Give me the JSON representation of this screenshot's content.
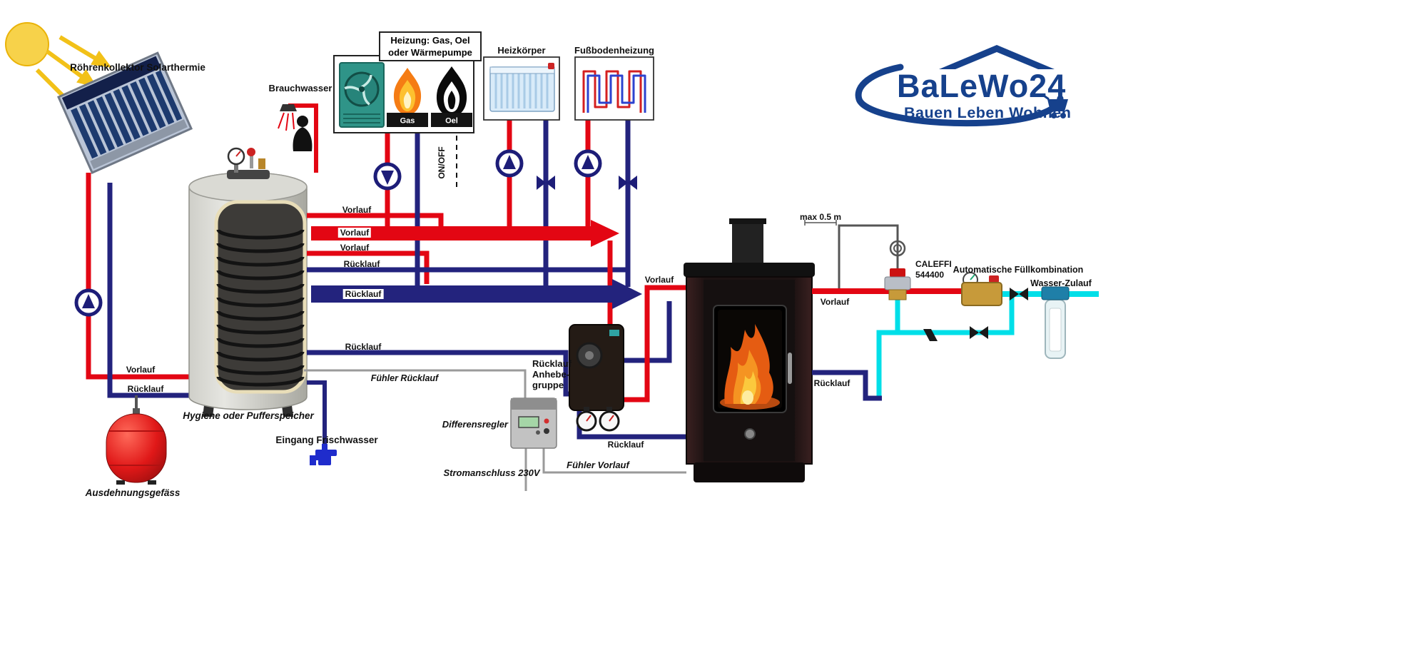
{
  "logo": {
    "name": "BaLeWo24",
    "tagline": "Bauen Leben Wohnen"
  },
  "labels": {
    "solar_collector": "Röhrenkollektor Solarthermie",
    "brauchwasser": "Brauchwasser",
    "boiler_line1": "Heizung: Gas, Oel",
    "boiler_line2": "oder Wärmepumpe",
    "gas": "Gas",
    "oel": "Oel",
    "heizkoerper": "Heizkörper",
    "fussbodenheizung": "Fußbodenheizung",
    "on_off": "ON/OFF",
    "vorlauf": "Vorlauf",
    "ruecklauf": "Rücklauf",
    "puffer": "Hygiene oder Pufferspeicher",
    "ausdehnung": "Ausdehnungsgefäss",
    "frischwasser": "Eingang Frischwasser",
    "fuehler_ruecklauf": "Fühler Rücklauf",
    "anhebe1": "Rücklauf",
    "anhebe2": "Anhebe-",
    "anhebe3": "gruppe",
    "differensregler": "Differensregler",
    "strom": "Stromanschluss 230V",
    "fuehler_vorlauf": "Fühler Vorlauf",
    "max05": "max 0.5 m",
    "caleffi1": "CALEFFI",
    "caleffi2": "544400",
    "autofill": "Automatische Füllkombination",
    "wasser_zulauf": "Wasser-Zulauf"
  },
  "colors": {
    "supply_red": "#e30613",
    "return_blue": "#23237d",
    "cold_water_cyan": "#00dfe8",
    "sensor_wire_grey": "#9a9a9a",
    "logo_blue": "#16418c",
    "sun_yellow": "#f7d24a"
  }
}
